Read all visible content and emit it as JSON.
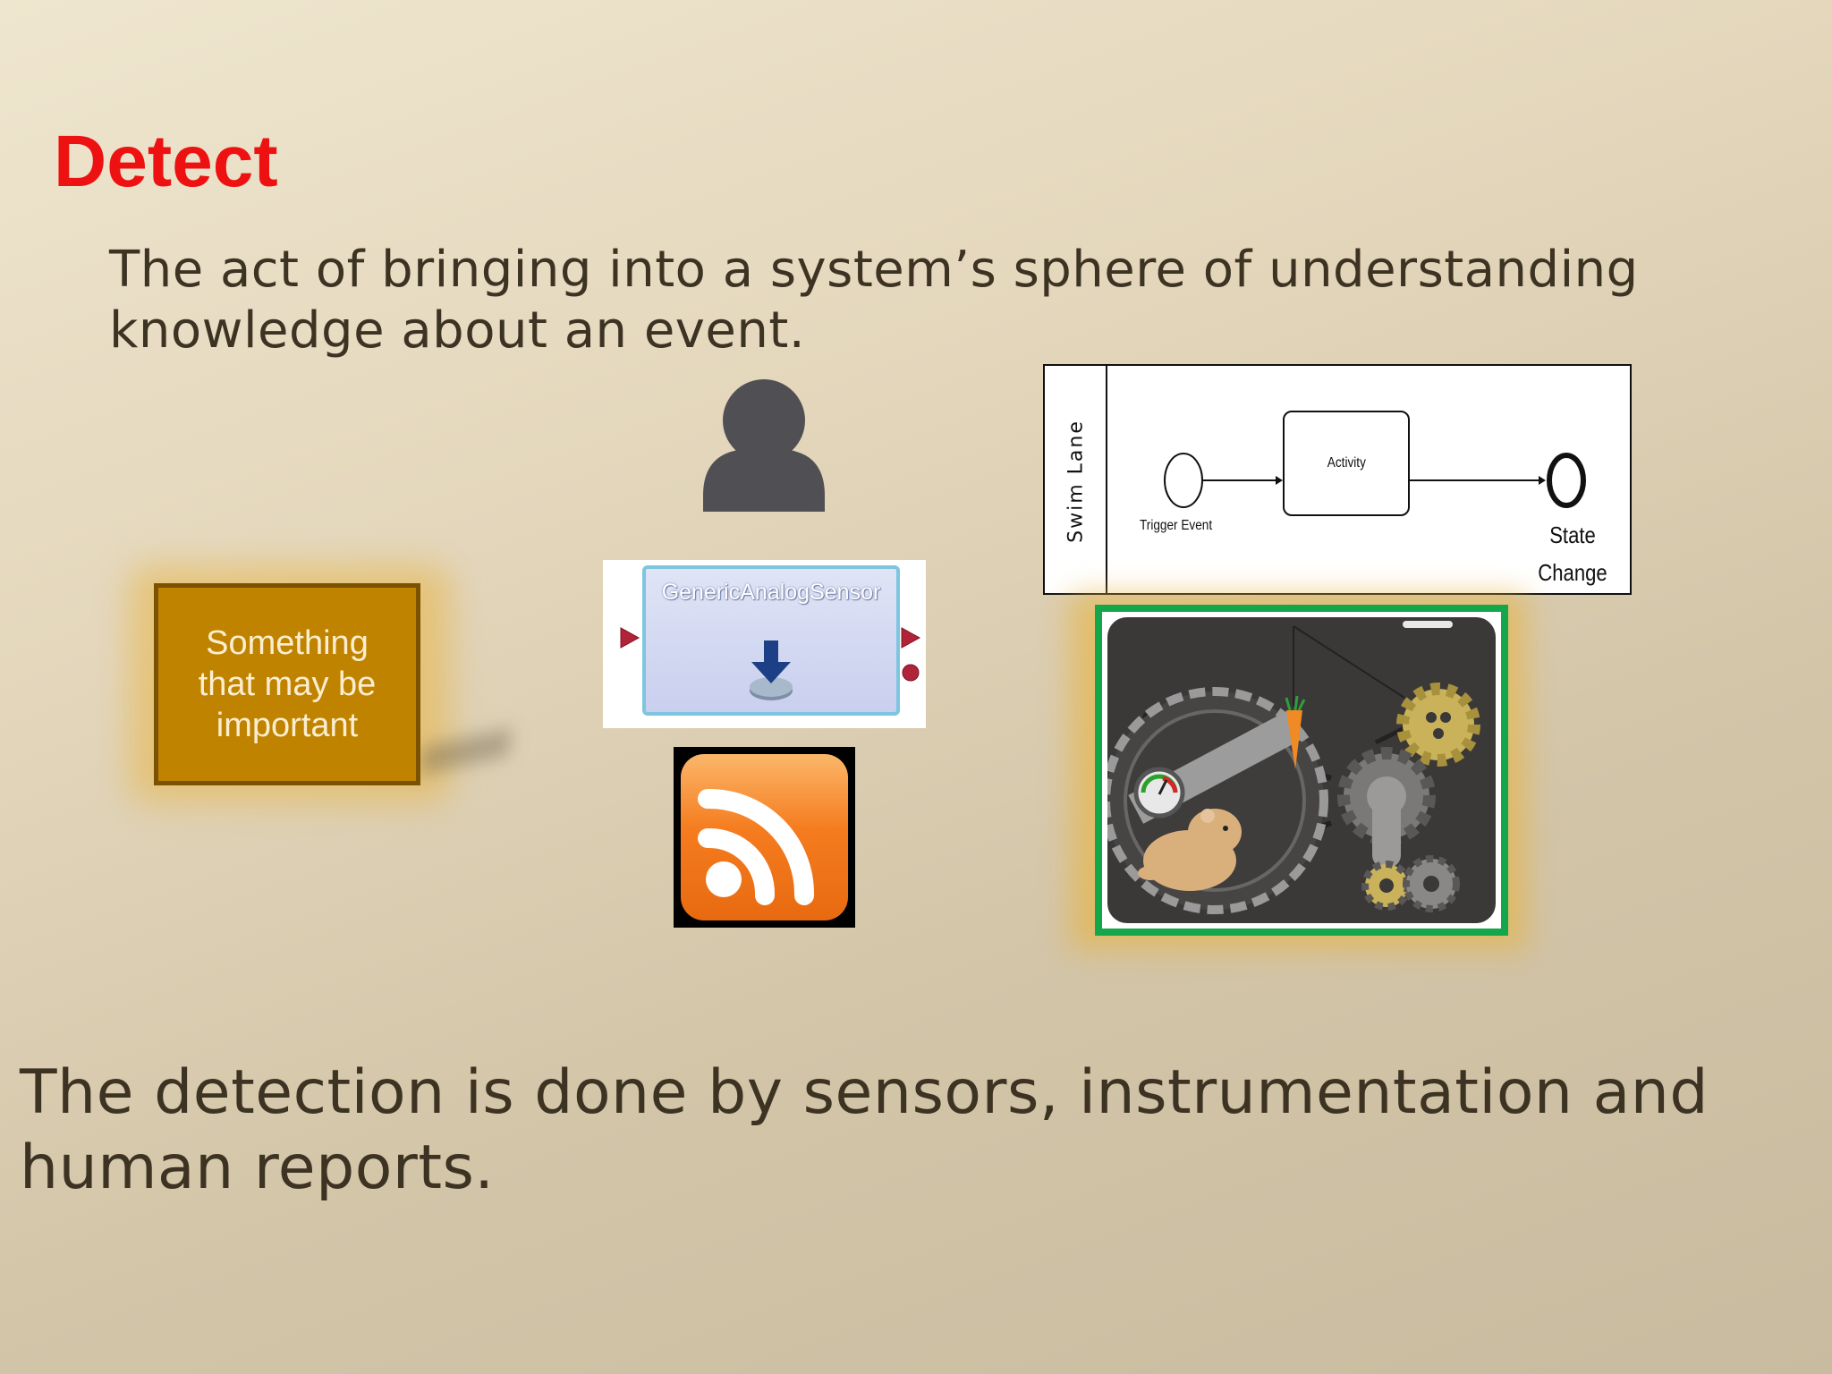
{
  "slide": {
    "title": "Detect",
    "definition": "The act of bringing into a system’s sphere of understanding knowledge about an event.",
    "conclusion": "The detection is done by sensors, instrumentation and human reports."
  },
  "note_box": {
    "text": "Something\nthat may be\nimportant"
  },
  "sensor": {
    "title": "GenericAnalogSensor"
  },
  "swimlane": {
    "lane_label": "Swim Lane",
    "trigger_label": "Trigger Event",
    "activity_label": "Activity",
    "state_label": "State\nChange"
  },
  "colors": {
    "title": "#ee1111",
    "text": "#3d3323",
    "note_fill": "#c08300",
    "hamster_border": "#13a64a",
    "rss_orange": "#f57c1f"
  },
  "icons": {
    "person": "person-silhouette-icon",
    "sensor": "download-arrow-icon",
    "rss": "rss-feed-icon",
    "machine": "hamster-wheel-illustration"
  }
}
